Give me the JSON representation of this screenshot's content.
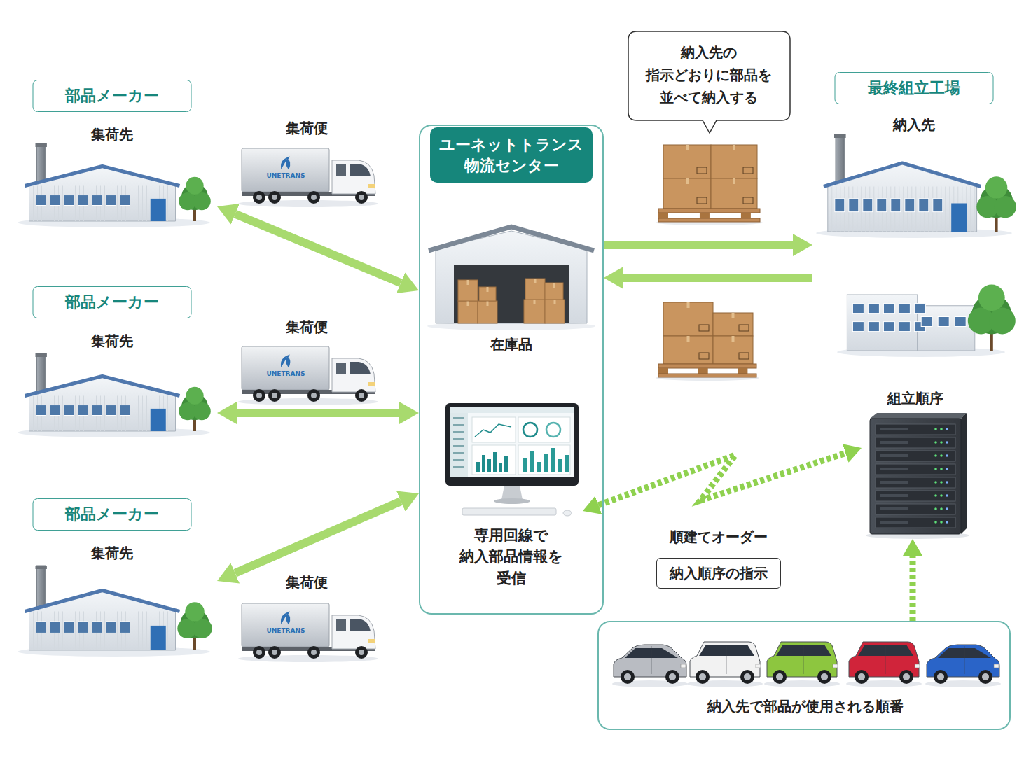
{
  "diagram": {
    "nodes": [
      {
        "text": [
          "部品メーカー",
          "集荷先"
        ]
      },
      {
        "text": [
          "部品メーカー",
          "集荷先"
        ]
      },
      {
        "text": [
          "部品メーカー",
          "集荷先"
        ]
      },
      {
        "text": [
          "ユーネットトランス 物流センター"
        ]
      },
      {
        "text": [
          "在庫品"
        ],
        "in": 3
      },
      {
        "text": [
          "専用回線で 納入部品情報を 受信"
        ],
        "in": 3
      },
      {
        "text": [
          "納入先の 指示どおりに部品を 並べて納入する"
        ]
      },
      {
        "text": [
          "最終組立工場",
          "納入先"
        ]
      },
      {
        "text": [
          "組立順序"
        ]
      },
      {
        "text": [
          "順建てオーダー",
          "納入順序の指示"
        ]
      },
      {
        "text": [
          "納入先で部品が使用される順番"
        ]
      }
    ],
    "edges": [
      {
        "from": 0,
        "to": 3,
        "arrow": "both"
      },
      {
        "from": 1,
        "to": 3,
        "arrow": "both"
      },
      {
        "from": 2,
        "to": 3,
        "arrow": "both"
      },
      {
        "from": 3,
        "to": 7,
        "arrow": "to"
      },
      {
        "from": 7,
        "to": 3,
        "arrow": "to"
      },
      {
        "from": 5,
        "to": 8,
        "arrow": "both"
      },
      {
        "from": 10,
        "to": 8,
        "arrow": "to"
      }
    ],
    "labels": [
      "集荷便",
      "UNETRANS",
      "集荷便",
      "UNETRANS",
      "集荷便",
      "UNETRANS"
    ]
  }
}
